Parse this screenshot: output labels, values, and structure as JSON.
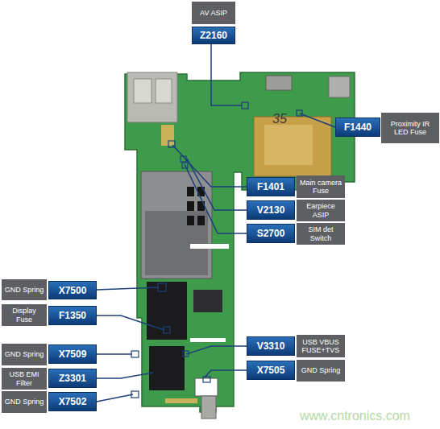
{
  "diagram": {
    "nodes": [
      {
        "text": [
          "AV ASIP"
        ]
      },
      {
        "text": [
          "Z2160"
        ]
      },
      {
        "text": [
          "F1440"
        ]
      },
      {
        "text": [
          "Proximity IR LED Fuse"
        ]
      },
      {
        "text": [
          "F1401"
        ]
      },
      {
        "text": [
          "Main camera Fuse"
        ]
      },
      {
        "text": [
          "V2130"
        ]
      },
      {
        "text": [
          "Earpiece ASIP"
        ]
      },
      {
        "text": [
          "S2700"
        ]
      },
      {
        "text": [
          "SIM det Switch"
        ]
      },
      {
        "text": [
          "GND Spring"
        ]
      },
      {
        "text": [
          "X7500"
        ]
      },
      {
        "text": [
          "Display Fuse"
        ]
      },
      {
        "text": [
          "F1350"
        ]
      },
      {
        "text": [
          "V3310"
        ]
      },
      {
        "text": [
          "USB VBUS FUSE+TVS"
        ]
      },
      {
        "text": [
          "GND Spring"
        ]
      },
      {
        "text": [
          "X7509"
        ]
      },
      {
        "text": [
          "X7505"
        ]
      },
      {
        "text": [
          "GND Spring"
        ]
      },
      {
        "text": [
          "USB EMI Filter"
        ]
      },
      {
        "text": [
          "Z3301"
        ]
      },
      {
        "text": [
          "GND Spring"
        ]
      },
      {
        "text": [
          "X7502"
        ]
      }
    ],
    "labels": [
      "35",
      "www.cntronics.com"
    ]
  }
}
